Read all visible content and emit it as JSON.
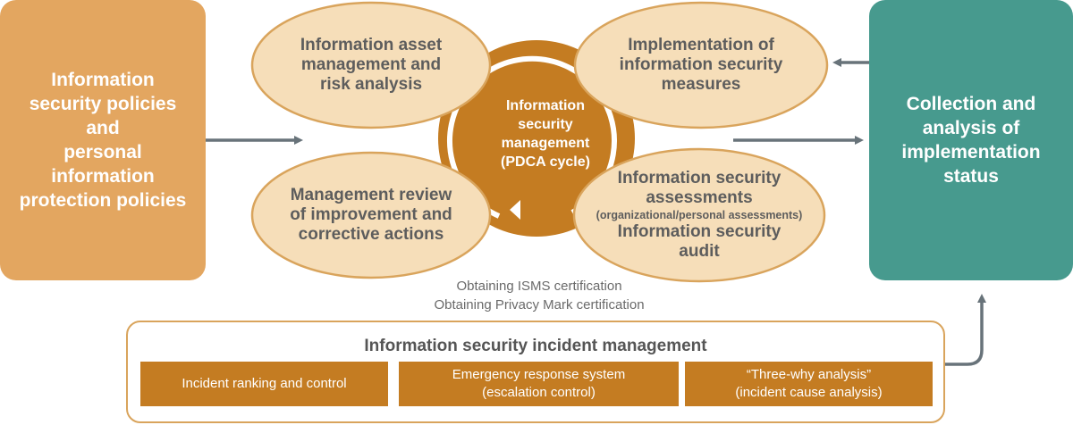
{
  "left_box": {
    "label": "Information\nsecurity policies\nand\npersonal\ninformation\nprotection policies"
  },
  "right_box": {
    "label": "Collection and\nanalysis of\nimplementation\nstatus"
  },
  "cycle": {
    "center_label": "Information\nsecurity\nmanagement\n(PDCA cycle)",
    "top_left": "Information asset\nmanagement and\nrisk analysis",
    "top_right": "Implementation of\ninformation security\nmeasures",
    "bottom_left": "Management review\nof improvement and\ncorrective actions",
    "bottom_right": {
      "line1": "Information security\nassessments",
      "line2": "(organizational/personal assessments)",
      "line3": "Information security\naudit"
    }
  },
  "certifications": {
    "isms": "Obtaining ISMS certification",
    "privacy_mark": "Obtaining Privacy Mark certification"
  },
  "incident": {
    "title": "Information security incident management",
    "items": [
      "Incident ranking and control",
      "Emergency response system\n(escalation control)",
      "“Three-why analysis”\n(incident cause analysis)"
    ]
  },
  "colors": {
    "orange_box": "#e3a660",
    "teal_box": "#479a8e",
    "oval_fill": "#f6deb9",
    "oval_stroke": "#d9a45c",
    "center_circle": "#c47c22",
    "arrow": "#68737a"
  }
}
